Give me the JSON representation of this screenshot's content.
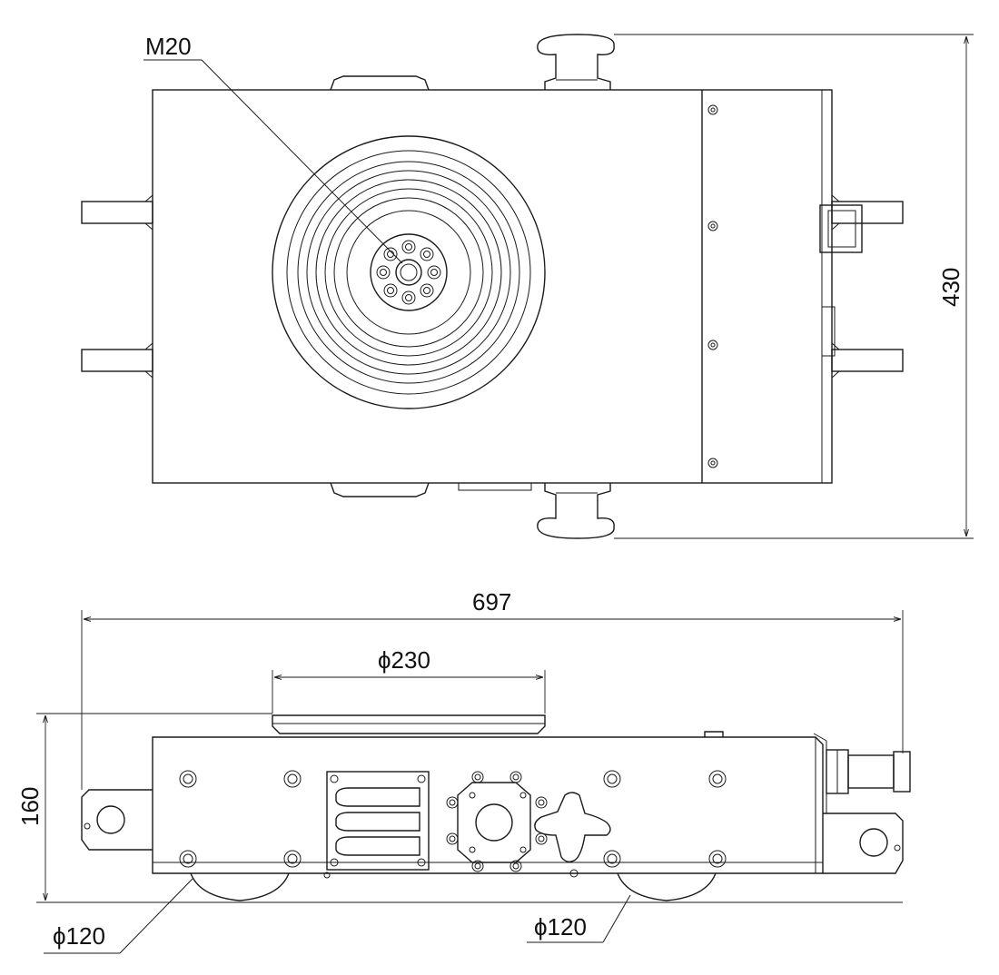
{
  "labels": {
    "thread": "M20",
    "height_top_view": "430",
    "overall_length": "697",
    "turntable_diameter": "ϕ230",
    "total_height": "160",
    "roller_left": "ϕ120",
    "roller_right": "ϕ120"
  },
  "colors": {
    "line": "#1a1a1a",
    "background": "#ffffff"
  }
}
